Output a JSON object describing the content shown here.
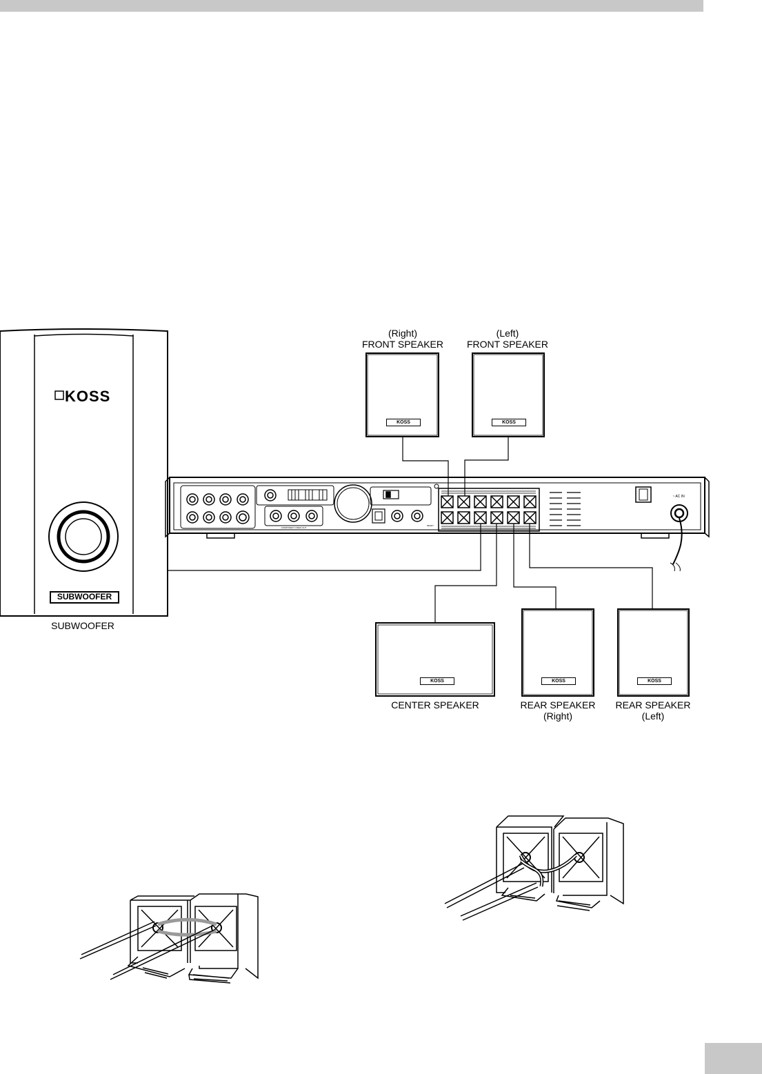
{
  "colors": {
    "bar_gray": "#c8c8c8",
    "line": "#000000",
    "clip_gray": "#9a9a9a"
  },
  "subwoofer": {
    "logo": "KOSS",
    "badge": "SUBWOOFER",
    "caption": "SUBWOOFER"
  },
  "speaker_logo": "KOSS",
  "front_right": {
    "line1": "(Right)",
    "line2": "FRONT SPEAKER"
  },
  "front_left": {
    "line1": "(Left)",
    "line2": "FRONT SPEAKER"
  },
  "center": {
    "caption": "CENTER SPEAKER"
  },
  "rear_right": {
    "line1": "REAR SPEAKER",
    "line2": "(Right)"
  },
  "rear_left": {
    "line1": "REAR SPEAKER",
    "line2": "(Left)"
  },
  "receiver": {
    "ac_in": "~ AC IN",
    "component_video": "COMPONENT VIDEO OUT",
    "reset": "RESET"
  }
}
